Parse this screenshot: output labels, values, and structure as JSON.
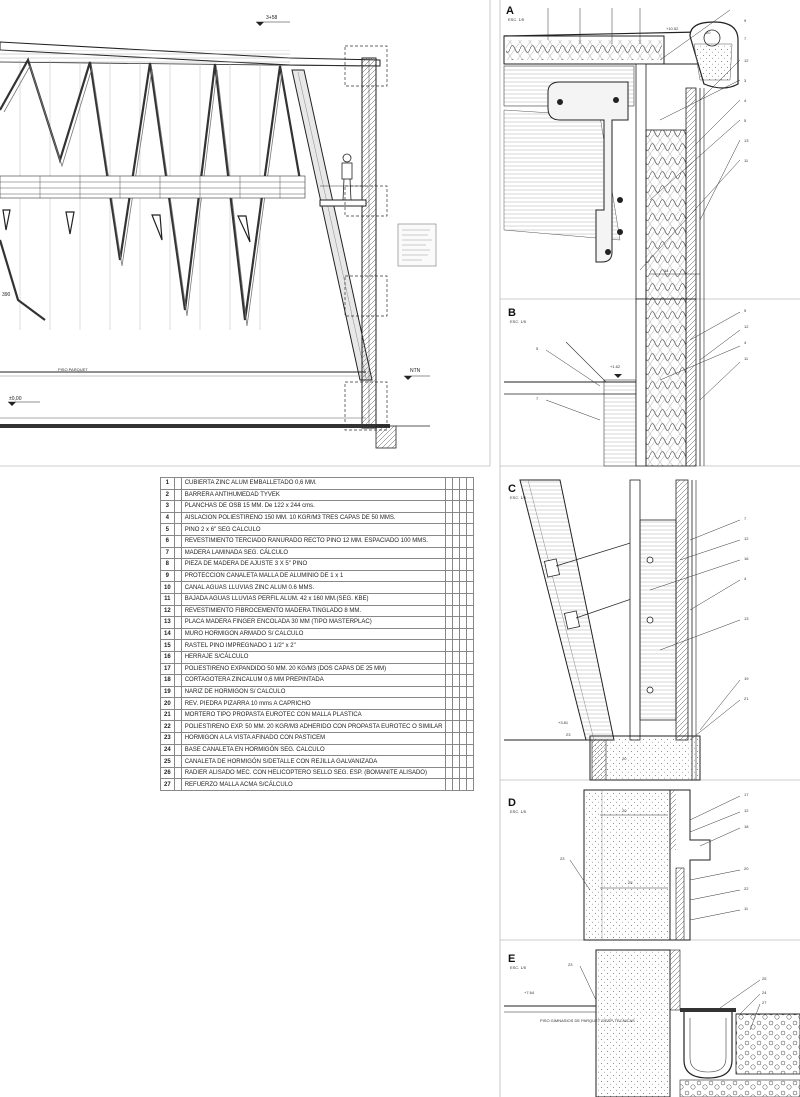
{
  "section": {
    "level_top": "3+58",
    "level_left": "390",
    "level_floor": "±0,00",
    "floor_note": "PISO PARQUET",
    "ntn_label": "NTN"
  },
  "details": [
    {
      "id": "A",
      "scale": "ESC. 1/5"
    },
    {
      "id": "B",
      "scale": "ESC. 1/5"
    },
    {
      "id": "C",
      "scale": "ESC. 1/5"
    },
    {
      "id": "D",
      "scale": "ESC. 1/5"
    },
    {
      "id": "E",
      "scale": "ESC. 1/5"
    }
  ],
  "detail_notes": {
    "a_dim_top": "+10.52",
    "a_dim_circle": "20",
    "a_dim_bottom": "14",
    "b_dim": "+1.62",
    "c_dim": "+3.81",
    "c_dim_bottom": "20",
    "d_dim_top": "20",
    "d_dim_mid": "25",
    "e_dim": "+7.64",
    "e_note": "PISO GIMNASIOS DE PARQUET S/ESP. TECNICAS"
  },
  "materials": [
    {
      "num": "1",
      "desc": "CUBIERTA ZINC ALUM EMBALLETADO 0,6 MM."
    },
    {
      "num": "2",
      "desc": "BARRERA ANTIHUMEDAD TYVEK"
    },
    {
      "num": "3",
      "desc": "PLANCHAS DE OSB 15 MM. De 122 x 244 cms."
    },
    {
      "num": "4",
      "desc": "AISLACION POLIESTIRENO 150 MM. 10 KGR/M3 TRES CAPAS DE 50 MMS."
    },
    {
      "num": "5",
      "desc": "PINO 2 x 6\" SEG CALCULO"
    },
    {
      "num": "6",
      "desc": "REVESTIMIENTO TERCIADO RANURADO RECTO PINO 12 MM. ESPACIADO 100 MMS."
    },
    {
      "num": "7",
      "desc": "MADERA LAMINADA SEG. CÁLCULO"
    },
    {
      "num": "8",
      "desc": "PIEZA DE MADERA DE AJUSTE 3 X 5\" PINO"
    },
    {
      "num": "9",
      "desc": "PROTECCION CANALETA MALLA DE ALUMINIO DE 1 x 1"
    },
    {
      "num": "10",
      "desc": "CANAL AGUAS LLUVIAS ZINC ALUM 0.6 MMS."
    },
    {
      "num": "11",
      "desc": "BAJADA AGUAS LLUVIAS PERFIL ALUM. 42 x 160 MM.(SEG. KBE)"
    },
    {
      "num": "12",
      "desc": "REVESTIMIENTO FIBROCEMENTO MADERA TINGLADO 8 MM."
    },
    {
      "num": "13",
      "desc": "PLACA MADERA FINGER ENCOLADA 30 MM (TIPO MASTERPLAC)"
    },
    {
      "num": "14",
      "desc": "MURO HORMIGON ARMADO S/ CALCULO"
    },
    {
      "num": "15",
      "desc": "RASTEL PINO IMPREGNADO 1 1/2\" x 2\""
    },
    {
      "num": "16",
      "desc": "HERRAJE S/CÁLCULO"
    },
    {
      "num": "17",
      "desc": "POLIESTIRENO EXPANDIDO 50 MM. 20 KG/M3 (DOS CAPAS DE 25 MM)"
    },
    {
      "num": "18",
      "desc": "CORTAGOTERA ZINCALUM 0,6 MM PREPINTADA"
    },
    {
      "num": "19",
      "desc": "NARIZ DE HORMIGON S/ CALCULO"
    },
    {
      "num": "20",
      "desc": "REV. PIEDRA PIZARRA 10 mms A CAPRICHO"
    },
    {
      "num": "21",
      "desc": "MORTERO TIPO PROPASTA EUROTEC CON MALLA PLASTICA"
    },
    {
      "num": "22",
      "desc": "POLIESTIRENO EXP. 50 MM. 20 KGR/M3 ADHERIDO CON PROPASTA EUROTEC O SIMILAR"
    },
    {
      "num": "23",
      "desc": "HORMIGON A LA VISTA AFINADO CON PASTICEM"
    },
    {
      "num": "24",
      "desc": "BASE CANALETA EN HORMIGÓN SEG. CALCULO"
    },
    {
      "num": "25",
      "desc": "CANALETA DE HORMIGÓN S/DETALLE CON REJILLA GALVANIZADA"
    },
    {
      "num": "26",
      "desc": "RADIER ALISADO MEC. CON HELICOPTERO SELLO SEG. ESP. (BOMANITE ALISADO)"
    },
    {
      "num": "27",
      "desc": "REFUERZO MALLA ACMA S/CÁLCULO"
    }
  ]
}
